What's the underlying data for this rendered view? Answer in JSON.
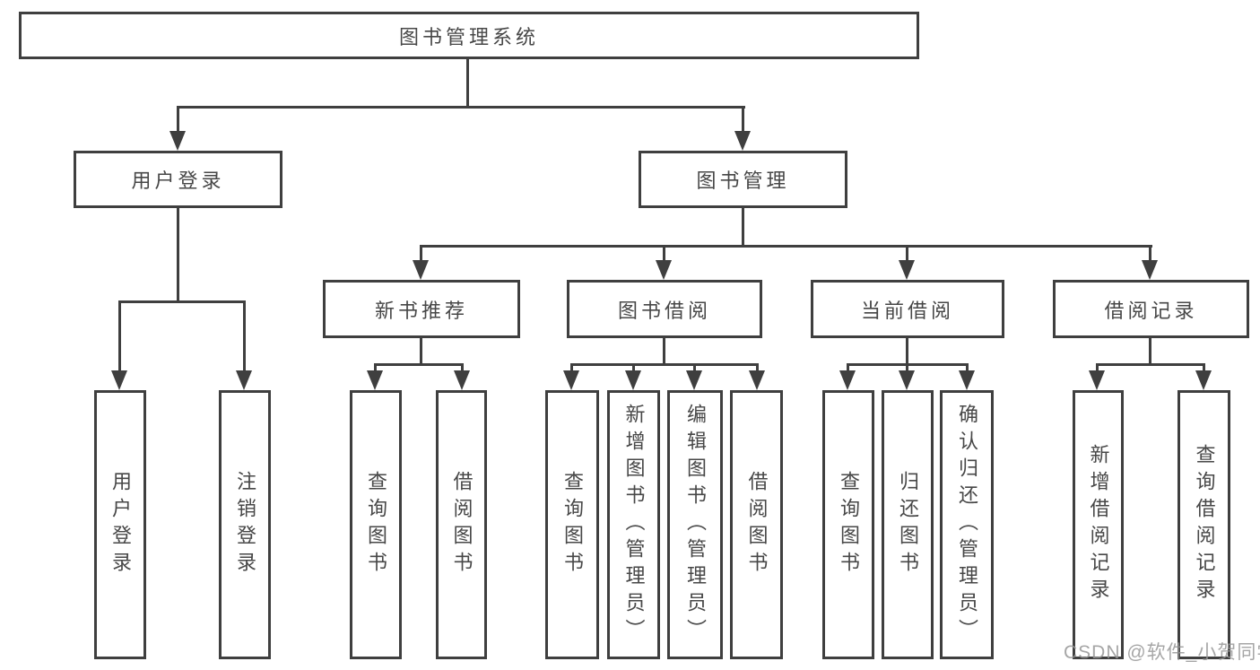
{
  "diagram": {
    "root_label": "图书管理系统",
    "branches": [
      {
        "label": "用户登录",
        "children": [
          {
            "label": "用户登录"
          },
          {
            "label": "注销登录"
          }
        ]
      },
      {
        "label": "图书管理",
        "children": [
          {
            "label": "新书推荐",
            "children": [
              {
                "label": "查询图书"
              },
              {
                "label": "借阅图书"
              }
            ]
          },
          {
            "label": "图书借阅",
            "children": [
              {
                "label": "查询图书"
              },
              {
                "label": "新增图书（管理员）"
              },
              {
                "label": "编辑图书（管理员）"
              },
              {
                "label": "借阅图书"
              }
            ]
          },
          {
            "label": "当前借阅",
            "children": [
              {
                "label": "查询图书"
              },
              {
                "label": "归还图书"
              },
              {
                "label": "确认归还（管理员）"
              }
            ]
          },
          {
            "label": "借阅记录",
            "children": [
              {
                "label": "新增借阅记录"
              },
              {
                "label": "查询借阅记录"
              }
            ]
          }
        ]
      }
    ]
  },
  "watermark": {
    "text": "CSDN @软件_小贺同学"
  },
  "colors": {
    "line": "#3f3f3f",
    "text": "#474747",
    "watermark": "#969696",
    "background": "#ffffff"
  }
}
